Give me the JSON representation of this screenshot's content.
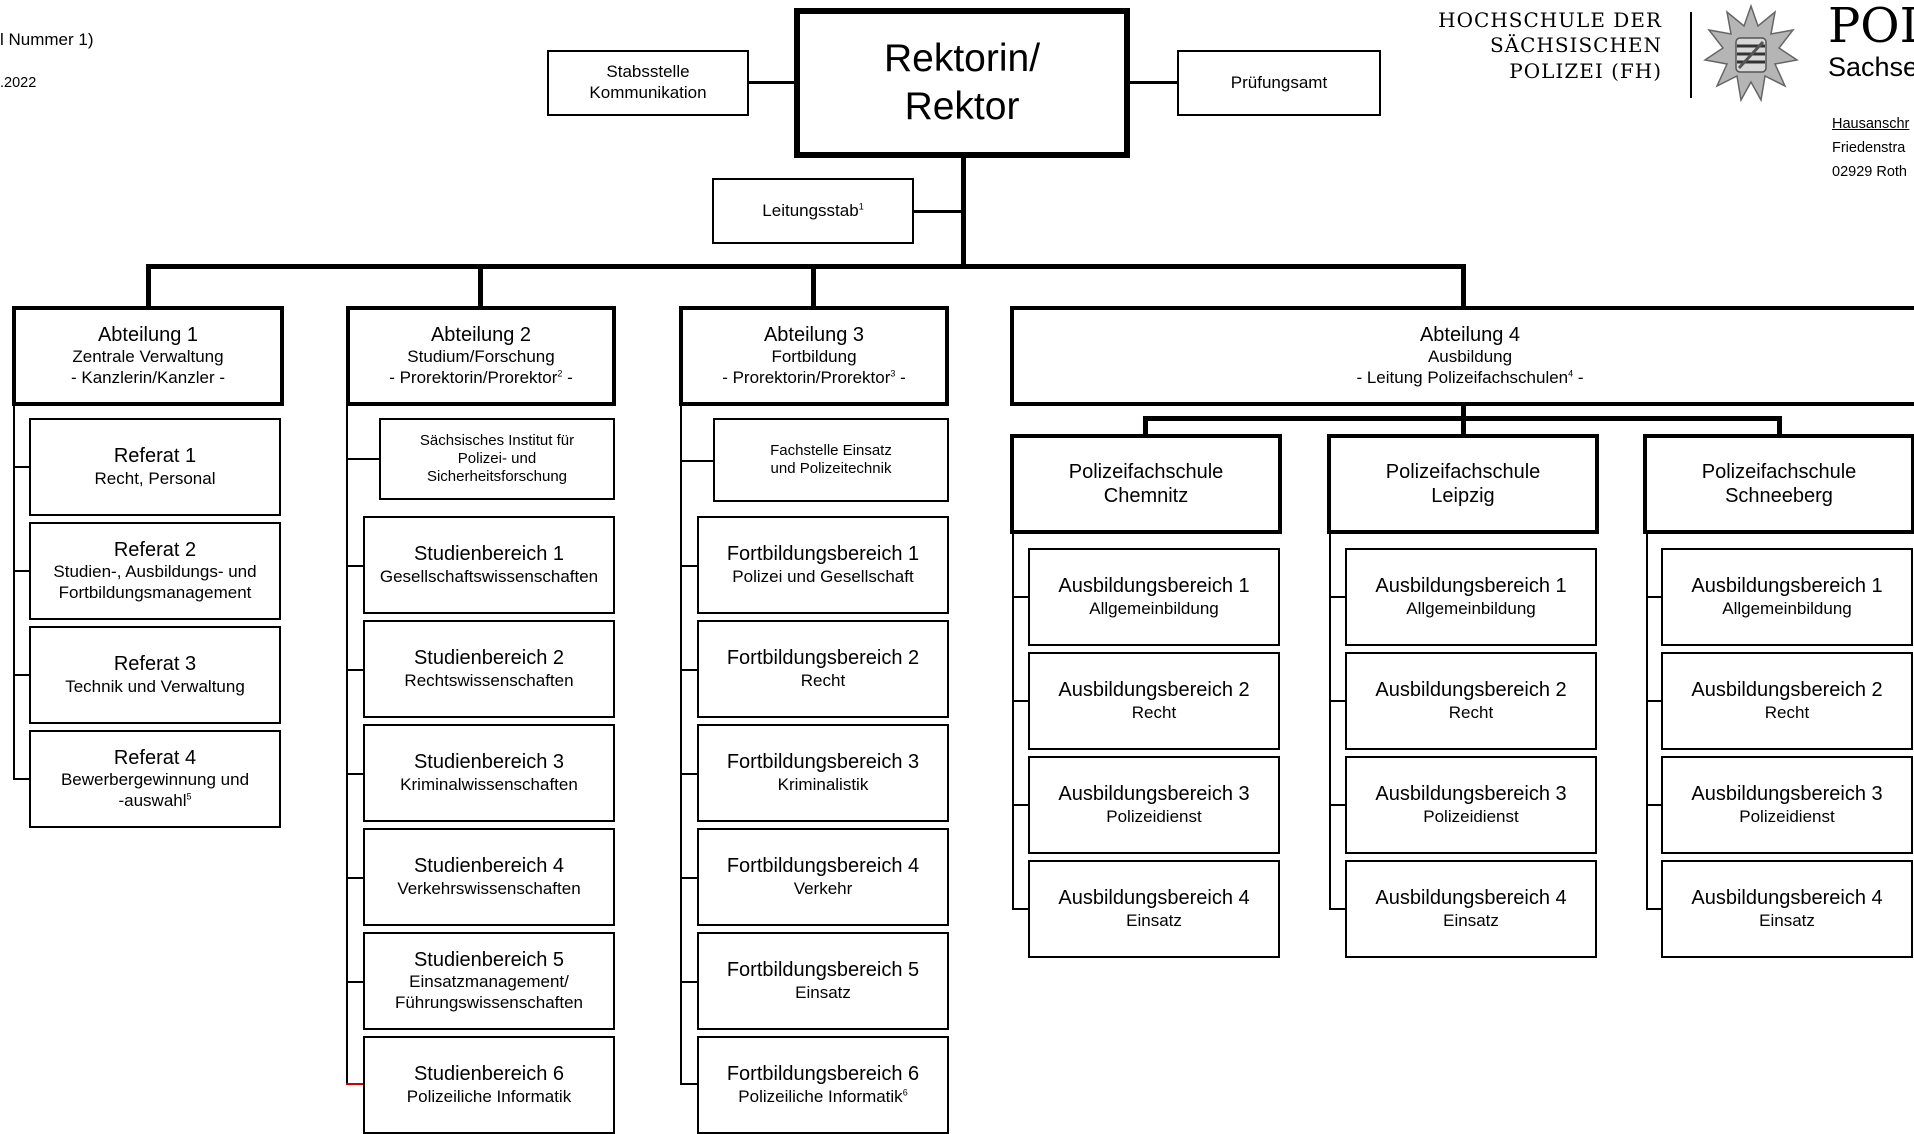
{
  "header_left": {
    "line1": "l Nummer 1)",
    "line2": ".2022"
  },
  "logo": {
    "org_line1": "HOCHSCHULE DER",
    "org_line2": "SÄCHSISCHEN",
    "org_line3": "POLIZEI (FH)",
    "emblem_line1": "POL",
    "emblem_line2": "Sachse",
    "star_icon": "police-star-icon"
  },
  "address": {
    "label": "Hausanschr",
    "street": "Friedenstra",
    "city": "02929 Roth"
  },
  "top": {
    "rektor_line1": "Rektorin/",
    "rektor_line2": "Rektor",
    "stabsstelle_line1": "Stabsstelle",
    "stabsstelle_line2": "Kommunikation",
    "pruefungsamt": "Prüfungsamt",
    "leitungsstab": "Leitungsstab",
    "leitungsstab_sup": "1"
  },
  "abteilung1": {
    "title": "Abteilung 1",
    "subtitle": "Zentrale Verwaltung",
    "lead": "- Kanzlerin/Kanzler -",
    "units": [
      {
        "title": "Referat 1",
        "line1": "Recht, Personal"
      },
      {
        "title": "Referat 2",
        "line1": "Studien-, Ausbildungs- und",
        "line2": "Fortbildungsmanagement"
      },
      {
        "title": "Referat 3",
        "line1": "Technik und Verwaltung"
      },
      {
        "title": "Referat 4",
        "line1": "Bewerbergewinnung und",
        "line2": "-auswahl",
        "sup": "5"
      }
    ]
  },
  "abteilung2": {
    "title": "Abteilung 2",
    "subtitle": "Studium/Forschung",
    "lead_pre": "- Prorektorin/Prorektor",
    "lead_sup": "2",
    "lead_post": " -",
    "institute": {
      "line1": "Sächsisches Institut für",
      "line2": "Polizei- und",
      "line3": "Sicherheitsforschung"
    },
    "units": [
      {
        "title": "Studienbereich 1",
        "line1": "Gesellschaftswissenschaften"
      },
      {
        "title": "Studienbereich 2",
        "line1": "Rechtswissenschaften"
      },
      {
        "title": "Studienbereich 3",
        "line1": "Kriminalwissenschaften"
      },
      {
        "title": "Studienbereich 4",
        "line1": "Verkehrswissenschaften"
      },
      {
        "title": "Studienbereich 5",
        "line1": "Einsatzmanagement/",
        "line2": "Führungswissenschaften"
      },
      {
        "title": "Studienbereich 6",
        "line1": "Polizeiliche Informatik"
      }
    ]
  },
  "abteilung3": {
    "title": "Abteilung 3",
    "subtitle": "Fortbildung",
    "lead_pre": "- Prorektorin/Prorektor",
    "lead_sup": "3",
    "lead_post": " -",
    "fachstelle": {
      "line1": "Fachstelle Einsatz",
      "line2": "und Polizeitechnik"
    },
    "units": [
      {
        "title": "Fortbildungsbereich 1",
        "line1": "Polizei und Gesellschaft"
      },
      {
        "title": "Fortbildungsbereich 2",
        "line1": "Recht"
      },
      {
        "title": "Fortbildungsbereich 3",
        "line1": "Kriminalistik"
      },
      {
        "title": "Fortbildungsbereich 4",
        "line1": "Verkehr"
      },
      {
        "title": "Fortbildungsbereich 5",
        "line1": "Einsatz"
      },
      {
        "title": "Fortbildungsbereich 6",
        "line1": "Polizeiliche Informatik",
        "sup": "6"
      }
    ]
  },
  "abteilung4": {
    "title": "Abteilung 4",
    "subtitle": "Ausbildung",
    "lead_pre": "- Leitung Polizeifachschulen",
    "lead_sup": "4",
    "lead_post": " -",
    "schools": [
      {
        "line1": "Polizeifachschule",
        "line2": "Chemnitz",
        "units": [
          {
            "title": "Ausbildungsbereich 1",
            "line1": "Allgemeinbildung"
          },
          {
            "title": "Ausbildungsbereich 2",
            "line1": "Recht"
          },
          {
            "title": "Ausbildungsbereich 3",
            "line1": "Polizeidienst"
          },
          {
            "title": "Ausbildungsbereich 4",
            "line1": "Einsatz"
          }
        ]
      },
      {
        "line1": "Polizeifachschule",
        "line2": "Leipzig",
        "units": [
          {
            "title": "Ausbildungsbereich 1",
            "line1": "Allgemeinbildung"
          },
          {
            "title": "Ausbildungsbereich 2",
            "line1": "Recht"
          },
          {
            "title": "Ausbildungsbereich 3",
            "line1": "Polizeidienst"
          },
          {
            "title": "Ausbildungsbereich 4",
            "line1": "Einsatz"
          }
        ]
      },
      {
        "line1": "Polizeifachschule",
        "line2": "Schneeberg",
        "units": [
          {
            "title": "Ausbildungsbereich 1",
            "line1": "Allgemeinbildung"
          },
          {
            "title": "Ausbildungsbereich 2",
            "line1": "Recht"
          },
          {
            "title": "Ausbildungsbereich 3",
            "line1": "Polizeidienst"
          },
          {
            "title": "Ausbildungsbereich 4",
            "line1": "Einsatz"
          }
        ]
      }
    ]
  }
}
